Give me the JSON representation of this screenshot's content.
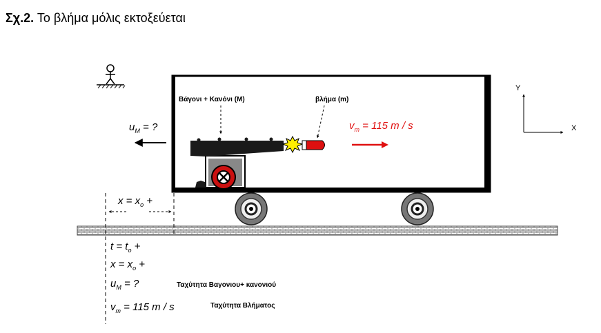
{
  "title": {
    "number": "Σχ.2.",
    "text": "Το βλήμα μόλις εκτοξεύεται"
  },
  "labels": {
    "cart_cannon": "Βάγονι + Κανόνι  (Μ)",
    "projectile": "βλήμα (m)",
    "y_axis": "Y",
    "x_axis": "X",
    "cart_speed_desc": "Ταχύτητα Βαγονιου+ κανονιού",
    "projectile_speed_desc": "Ταχύτητα Βλήματος"
  },
  "equations": {
    "uM_top": {
      "var": "u",
      "sub": "M",
      "rhs": " = ?"
    },
    "vm_red": {
      "var": "v",
      "sub": "m",
      "rhs": " = 115  m / s"
    },
    "x_top": {
      "var": "x",
      "mid": " = x",
      "sub": "o",
      "rhs": " +"
    },
    "t": {
      "var": "t",
      "mid": " = t",
      "sub": "o",
      "rhs": " +"
    },
    "x": {
      "var": "x",
      "mid": " = x",
      "sub": "o",
      "rhs": " +"
    },
    "uM": {
      "var": "u",
      "sub": "M",
      "rhs": " = ?"
    },
    "vm": {
      "var": "v",
      "sub": "m",
      "rhs": " = 115  m / s"
    }
  },
  "colors": {
    "accent": "#e01010",
    "explosion": "#ffee00"
  }
}
